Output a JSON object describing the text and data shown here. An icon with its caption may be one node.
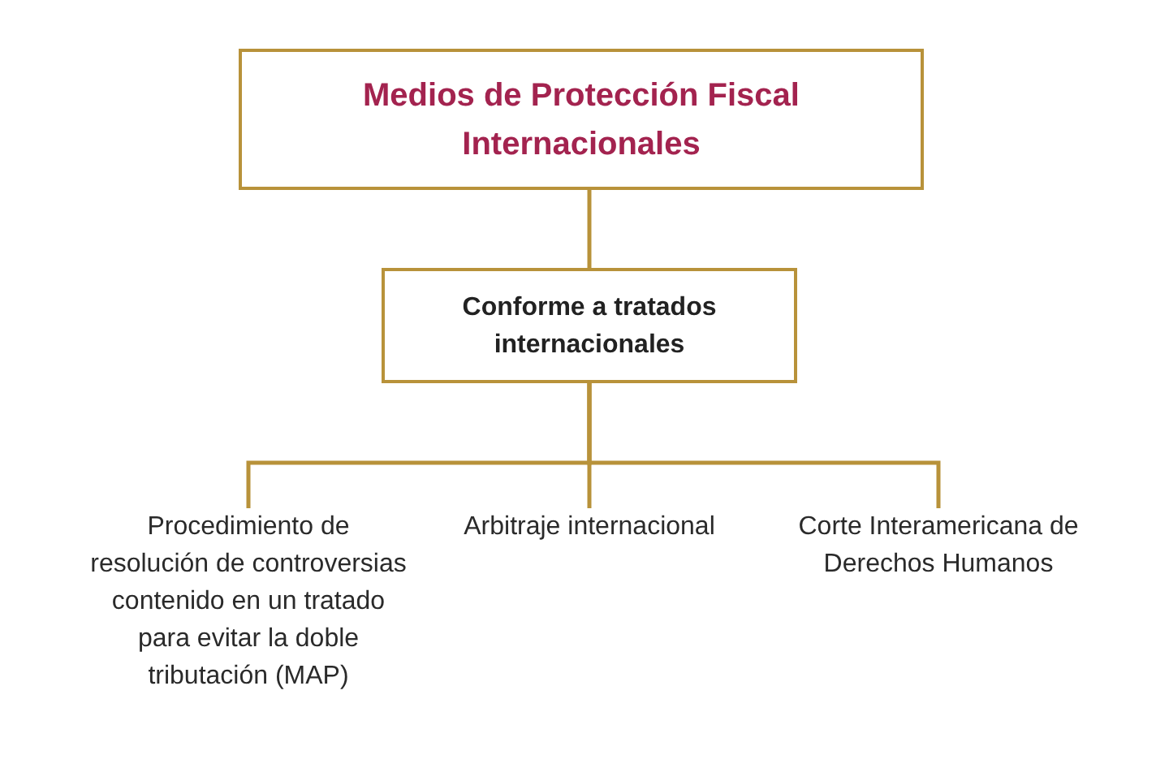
{
  "diagram": {
    "nodes": [
      {
        "text": [
          "Medios de Protección Fiscal Internacionales"
        ]
      },
      {
        "text": [
          "Conforme a tratados internacionales"
        ]
      },
      {
        "text": [
          "Procedimiento de resolución de controversias contenido en un tratado para evitar la doble tributación (MAP)"
        ]
      },
      {
        "text": [
          "Arbitraje internacional"
        ]
      },
      {
        "text": [
          "Corte Interamericana de Derechos Humanos"
        ]
      }
    ],
    "edges": [
      {
        "from": 0,
        "to": 1,
        "arrow": "none"
      },
      {
        "from": 1,
        "to": 2,
        "arrow": "none"
      },
      {
        "from": 1,
        "to": 3,
        "arrow": "none"
      },
      {
        "from": 1,
        "to": 4,
        "arrow": "none"
      }
    ]
  }
}
